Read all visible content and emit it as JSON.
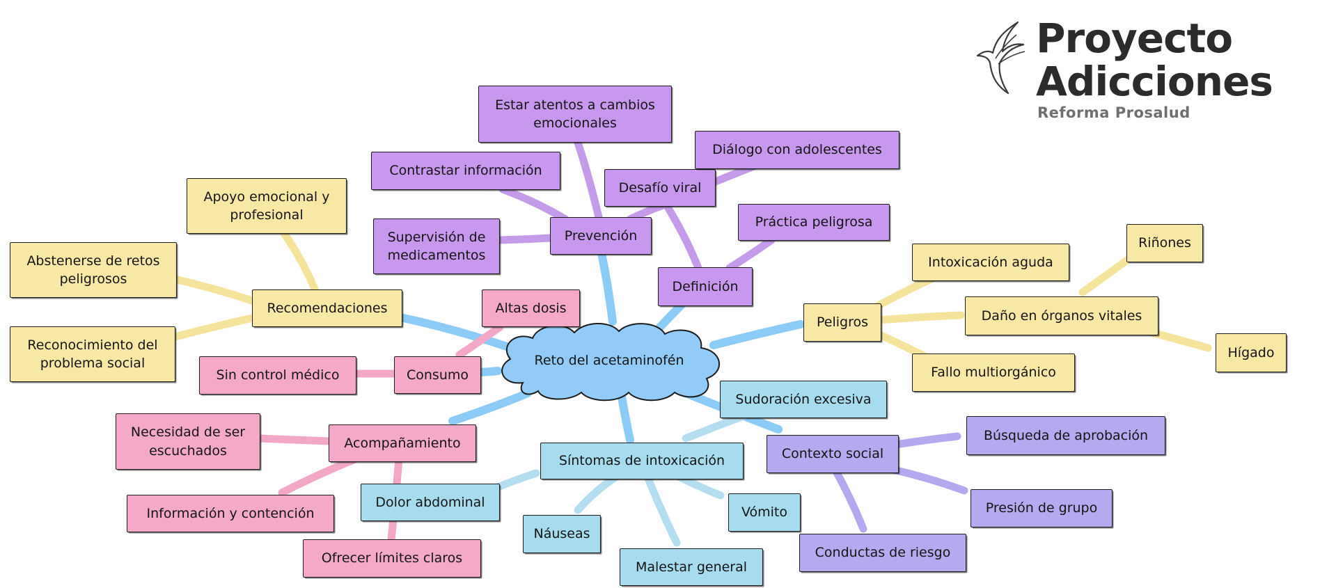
{
  "logo": {
    "line1": "Proyecto",
    "line2": "Adicciones",
    "subtitle": "Reforma Prosalud"
  },
  "colors": {
    "links": {
      "root": "#8ccbf6",
      "prevencion": "#c49be8",
      "recomendaciones": "#f4e39b",
      "consumo": "#f3a7c6",
      "peligros": "#f4e39b",
      "sintomas": "#b4def0",
      "contexto": "#b2a9ee"
    }
  },
  "map": {
    "root": "Reto del acetaminofén",
    "nodes": {
      "prevencion": "Prevención",
      "estar_atentos": "Estar atentos a cambios emocionales",
      "contrastar": "Contrastar información",
      "supervision": "Supervisión de medicamentos",
      "desafio": "Desafío viral",
      "dialogo": "Diálogo con adolescentes",
      "definicion": "Definición",
      "practica": "Práctica peligrosa",
      "recomendaciones": "Recomendaciones",
      "apoyo": "Apoyo emocional y profesional",
      "abstenerse": "Abstenerse de retos peligrosos",
      "reconocimiento": "Reconocimiento del problema social",
      "consumo": "Consumo",
      "altas_dosis": "Altas dosis",
      "sin_control": "Sin control médico",
      "acompanamiento": "Acompañamiento",
      "necesidad": "Necesidad de ser escuchados",
      "informacion": "Información y contención",
      "limites": "Ofrecer límites claros",
      "peligros": "Peligros",
      "intoxicacion_aguda": "Intoxicación aguda",
      "dano_organos": "Daño en órganos vitales",
      "rinones": "Riñones",
      "higado": "Hígado",
      "fallo": "Fallo multiorgánico",
      "sintomas": "Síntomas de intoxicación",
      "sudoracion": "Sudoración excesiva",
      "dolor": "Dolor abdominal",
      "nauseas": "Náuseas",
      "malestar": "Malestar general",
      "vomito": "Vómito",
      "contexto": "Contexto social",
      "busqueda": "Búsqueda de aprobación",
      "presion": "Presión de grupo",
      "conductas": "Conductas de riesgo"
    }
  }
}
